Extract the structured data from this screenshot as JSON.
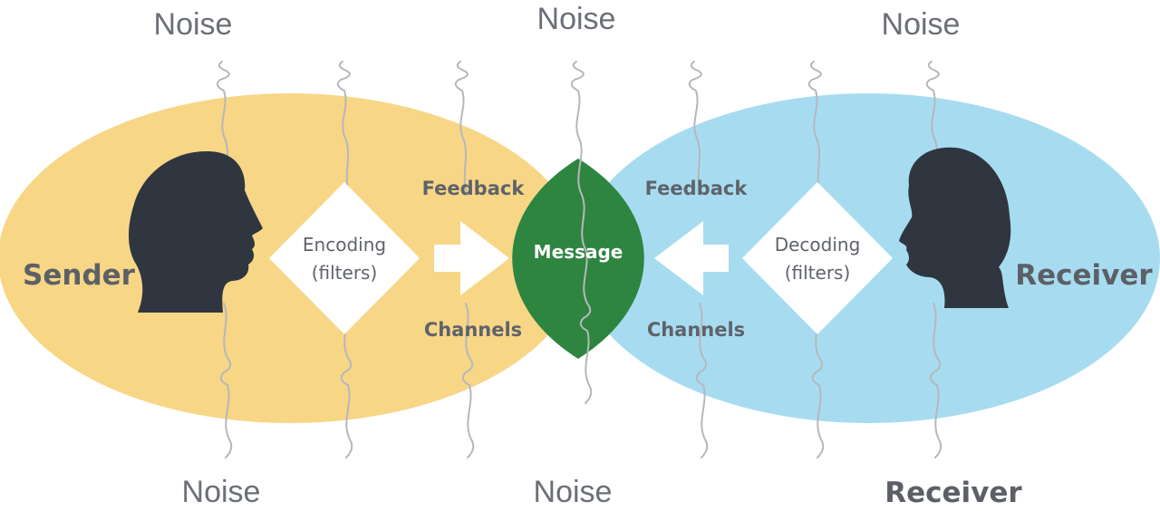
{
  "noise_labels": {
    "top_left": "Noise",
    "top_center": "Noise",
    "top_right": "Noise",
    "bottom_left": "Noise",
    "bottom_center": "Noise"
  },
  "sender": {
    "label": "Sender",
    "filter_line1": "Encoding",
    "filter_line2": "(filters)"
  },
  "receiver": {
    "label": "Receiver",
    "caption": "Receiver",
    "filter_line1": "Decoding",
    "filter_line2": "(filters)"
  },
  "message": {
    "label": "Message"
  },
  "left_side": {
    "feedback_label": "Feedback",
    "channels_label": "Channels"
  },
  "right_side": {
    "feedback_label": "Feedback",
    "channels_label": "Channels"
  },
  "colors": {
    "sender_ellipse": "#f7d686",
    "receiver_ellipse": "#a7dcf0",
    "message_lens": "#2e8540",
    "head_silhouette": "#2f3640",
    "noise_line": "#b5b8bb",
    "text_gray": "#5f636a"
  }
}
